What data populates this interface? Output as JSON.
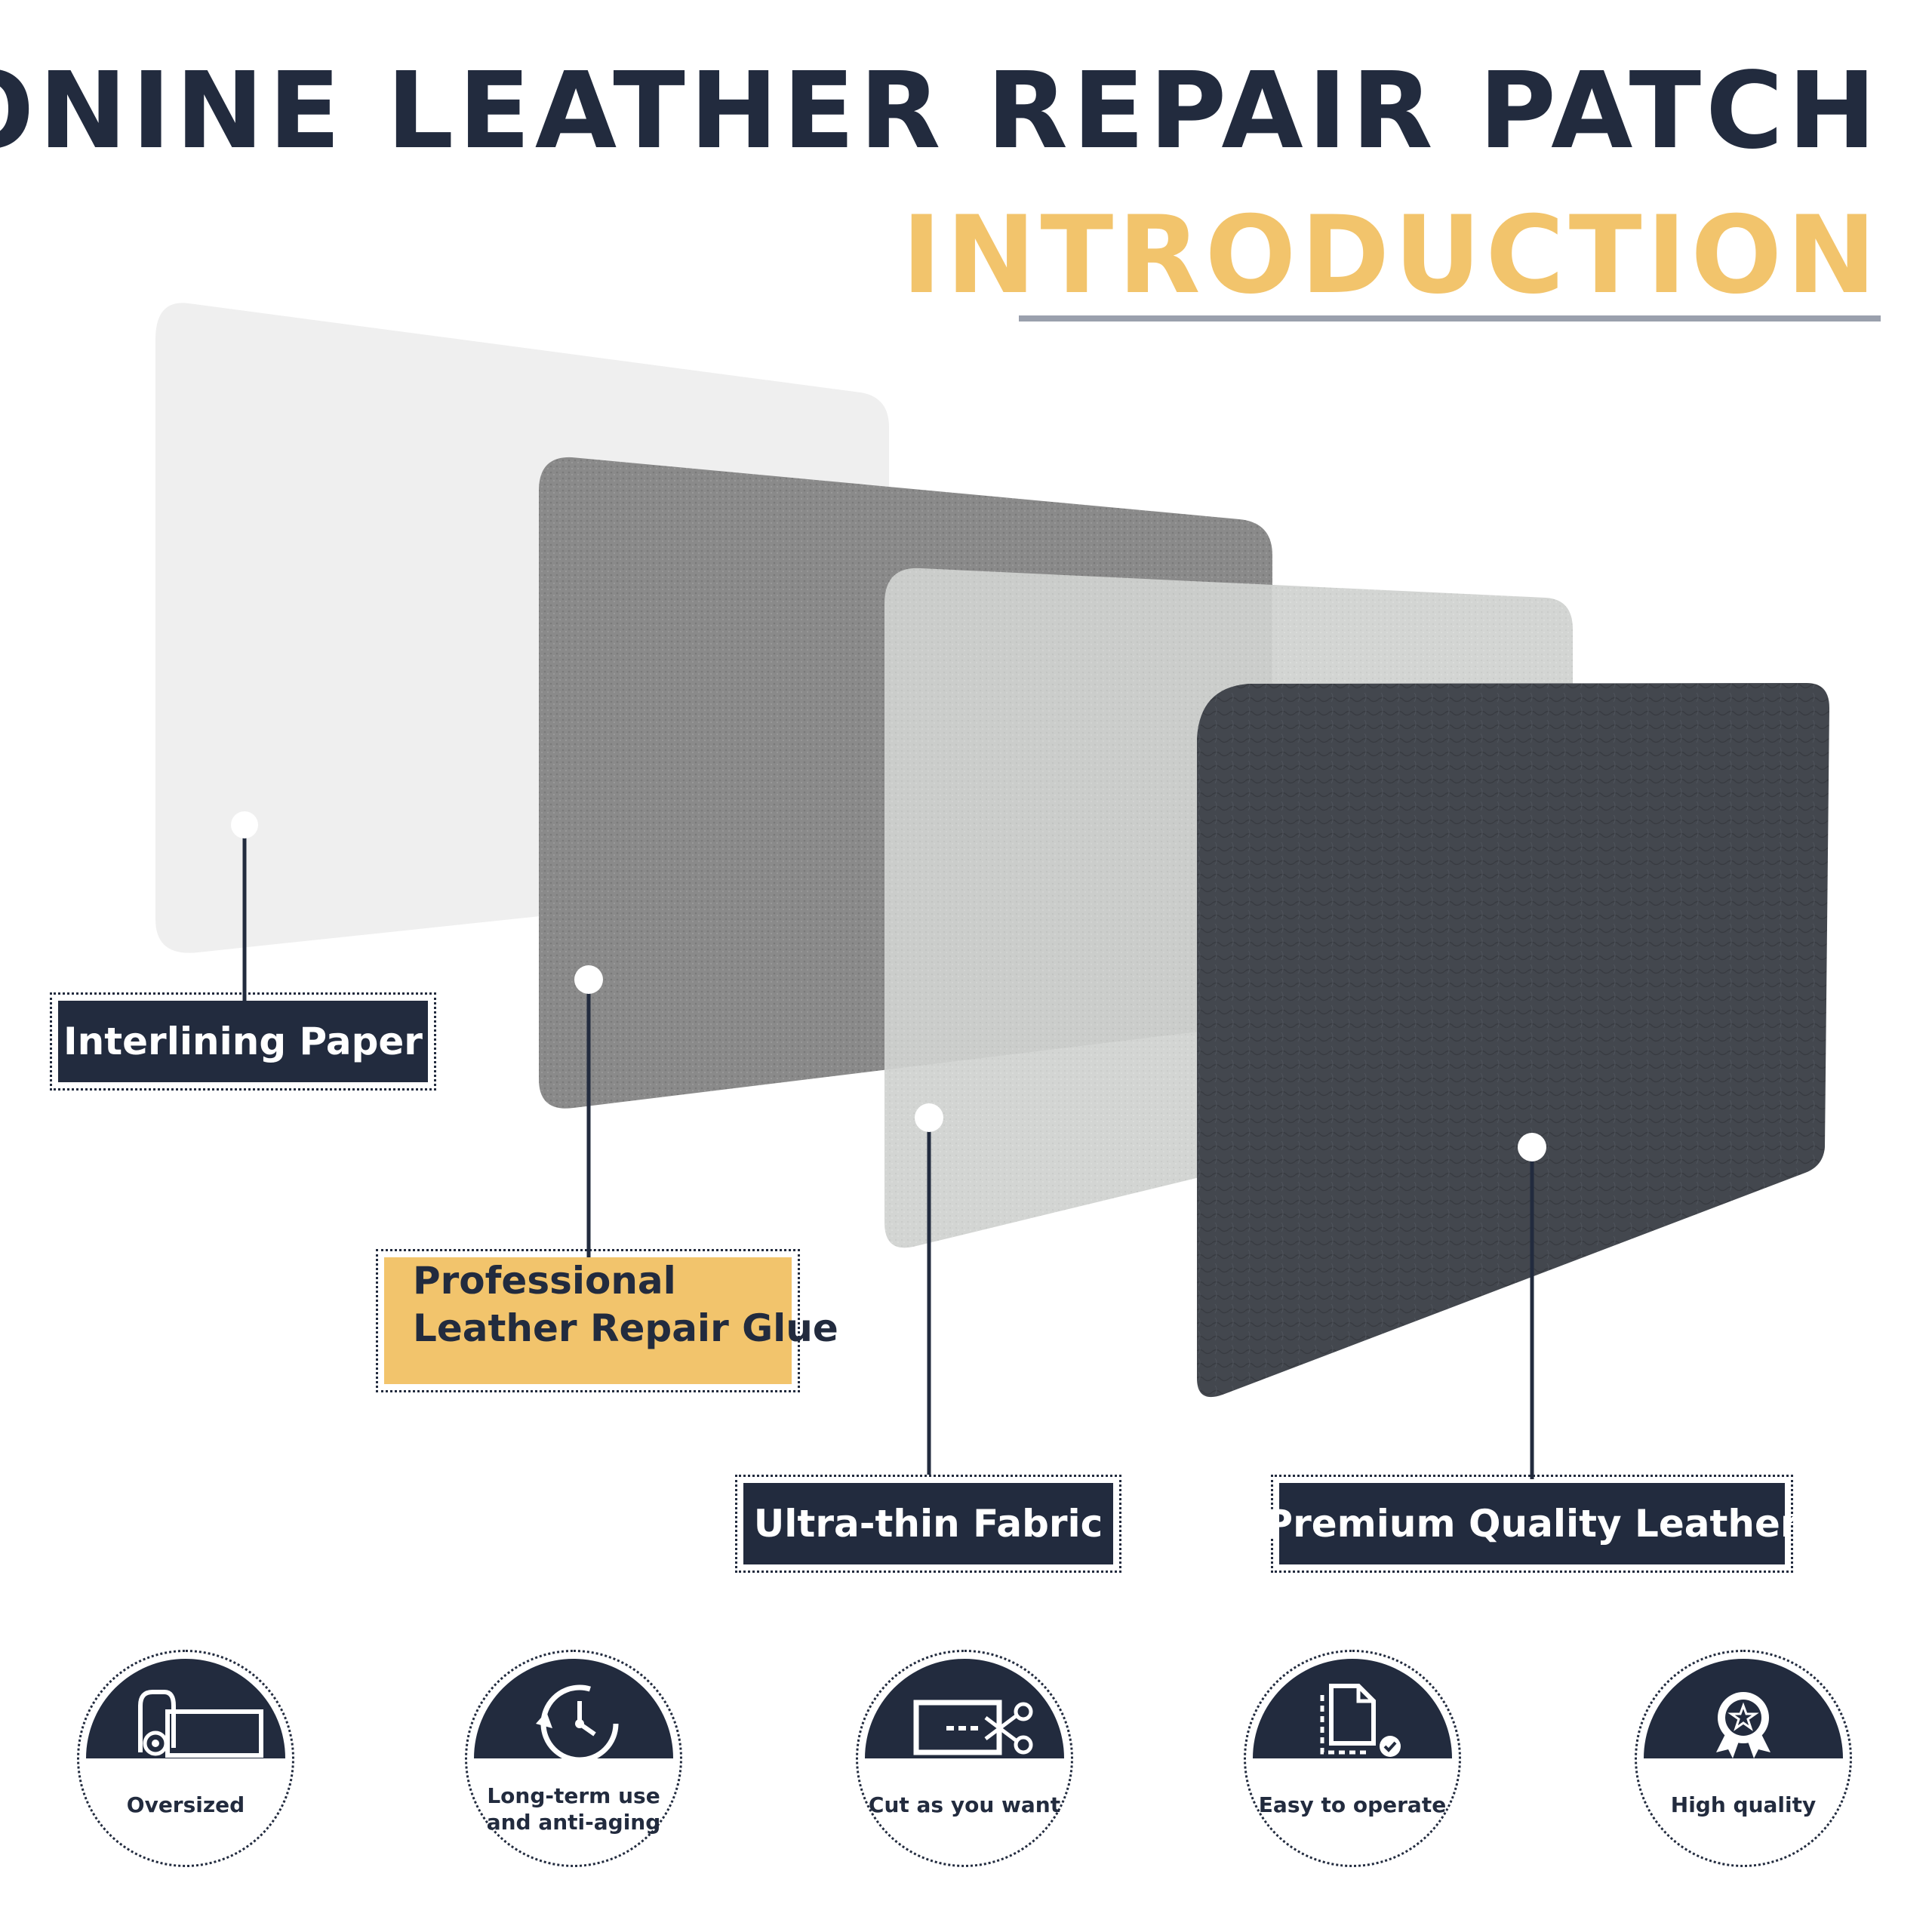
{
  "header": {
    "title": "ONINE LEATHER REPAIR PATCH",
    "subtitle": "INTRODUCTION"
  },
  "layers": [
    {
      "label": "Interlining Paper",
      "color": "#efefef"
    },
    {
      "label_line1": "Professional",
      "label_line2": "Leather Repair Glue",
      "color": "#8c8c8c"
    },
    {
      "label": "Ultra-thin Fabric",
      "color": "#cfd1cf"
    },
    {
      "label": "Premium Quality Leather",
      "color": "#42464d"
    }
  ],
  "features": [
    {
      "label": "Oversized",
      "icon": "rolled-sheet-icon"
    },
    {
      "label_line1": "Long-term use",
      "label_line2": "and anti-aging",
      "icon": "clock-cycle-icon"
    },
    {
      "label": "Cut as you want",
      "icon": "scissors-cut-icon"
    },
    {
      "label": "Easy to operate",
      "icon": "document-check-icon"
    },
    {
      "label": "High quality",
      "icon": "award-badge-icon"
    }
  ],
  "colors": {
    "navy": "#222b3e",
    "gold": "#f2c46c",
    "rule": "#9aa0ad"
  }
}
